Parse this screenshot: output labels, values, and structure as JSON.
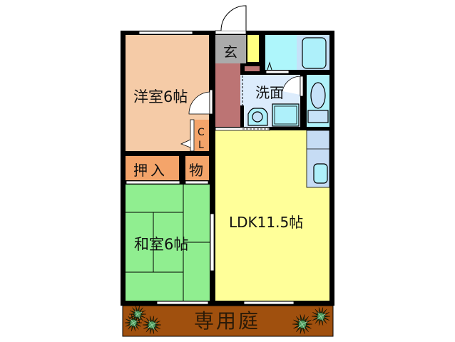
{
  "floor_plan": {
    "rooms": {
      "western_room": {
        "label": "洋室6帖",
        "color": "#f5cba7"
      },
      "entrance": {
        "label": "玄",
        "color": "#aaaaaa"
      },
      "washroom": {
        "label": "洗面",
        "color": "#dcecfc"
      },
      "closet": {
        "label_top": "C",
        "label_bottom": "L",
        "color": "#f4a46a"
      },
      "oshiire": {
        "label": "押入",
        "color": "#f4a46a"
      },
      "storage": {
        "label": "物",
        "color": "#f4a46a"
      },
      "japanese_room": {
        "label": "和室6帖",
        "color": "#90ee90"
      },
      "ldk": {
        "label": "LDK11.5帖",
        "color": "#ffff99"
      },
      "garden": {
        "label": "専用庭",
        "color": "#a0500e"
      },
      "corridor": {
        "color": "#bc7474"
      },
      "bathroom": {
        "color": "#aef6fb",
        "tub_color": "#c6e2f8"
      },
      "toilet": {
        "color": "#b0f2fa"
      },
      "kitchen_counter": {
        "color": "#c6dcf4"
      }
    },
    "wall_color": "#000000"
  }
}
